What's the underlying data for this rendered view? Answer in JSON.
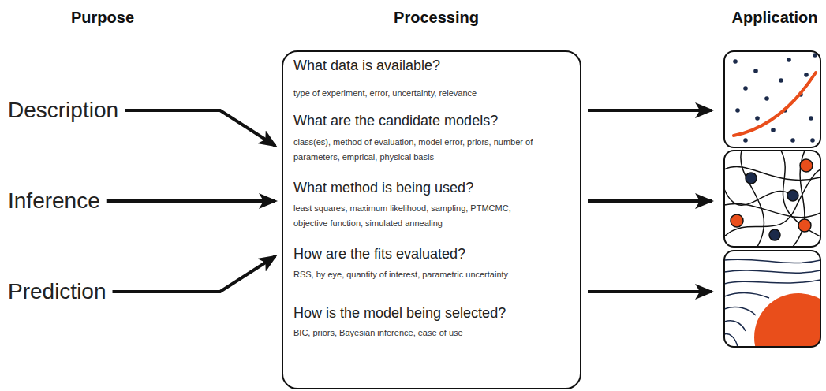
{
  "diagram": {
    "nodes": [
      {
        "text": [
          "Description"
        ]
      },
      {
        "text": [
          "Inference"
        ]
      },
      {
        "text": [
          "Prediction"
        ]
      },
      {
        "text": [
          "What data is available?",
          "type of experiment, error, uncertainty, relevance",
          "What are the candidate models?",
          "class(es), method of evaluation, model error, priors, number of parameters, emprical, physical basis",
          "What method is being used?",
          "least squares, maximum likelihood, sampling, PTMCMC, objective function, simulated annealing",
          "How are the fits evaluated?",
          "RSS, by eye, quantity of interest, parametric uncertainty",
          "How is the model being selected?",
          "BIC, priors, Bayesian inference, ease of use"
        ]
      }
    ],
    "edges": [
      {
        "from": 0,
        "to": 3,
        "arrow": "to"
      },
      {
        "from": 1,
        "to": 3,
        "arrow": "to"
      },
      {
        "from": 2,
        "to": 3,
        "arrow": "to"
      }
    ],
    "labels": [
      "Purpose",
      "Processing",
      "Application"
    ]
  }
}
